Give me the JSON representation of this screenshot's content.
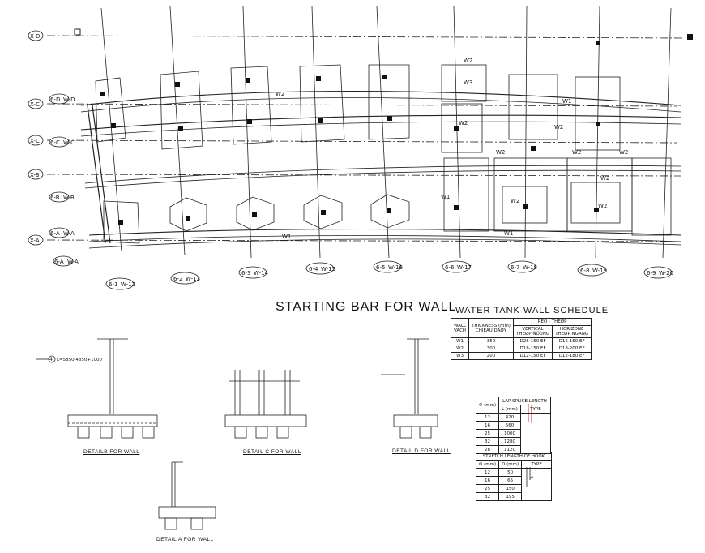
{
  "plan": {
    "grid_rows": [
      "X-D",
      "X-C",
      "X-B",
      "X-A"
    ],
    "left_labels": [
      "6-D",
      "6-C",
      "6-B",
      "6-A",
      "6-A"
    ],
    "left_w_labels": [
      "W-D",
      "W-C",
      "W-B",
      "W-A",
      "W-A"
    ],
    "bottom_labels": [
      {
        "a": "6-1",
        "b": "W-12"
      },
      {
        "a": "6-2",
        "b": "W-13"
      },
      {
        "a": "6-3",
        "b": "W-14"
      },
      {
        "a": "6-4",
        "b": "W-15"
      },
      {
        "a": "6-5",
        "b": "W-16"
      },
      {
        "a": "6-6",
        "b": "W-17"
      },
      {
        "a": "6-7",
        "b": "W-18"
      },
      {
        "a": "6-8",
        "b": "W-19"
      },
      {
        "a": "6-9",
        "b": "W-20"
      }
    ],
    "wall_tags": [
      "W1",
      "W2",
      "W3"
    ]
  },
  "titles": {
    "main": "STARTING BAR FOR WALL",
    "schedule": "WATER TANK WALL SCHEDULE"
  },
  "schedule": {
    "headers": {
      "wall": "WALL",
      "vach": "VACH",
      "thick": "THICKNESS (mm)",
      "chieu": "CHIEAU DAØY",
      "reo": "REO - THEØP",
      "vert": "VERTICAL",
      "vert2": "THEØP ÑÖÙNG",
      "hor": "HORIZONE",
      "hor2": "THEØP NGANG",
      "mm": "mm"
    },
    "rows": [
      {
        "wall": "W1",
        "thick": "350",
        "vert": "D26-150 EF",
        "hor": "D16-150 EF"
      },
      {
        "wall": "W2",
        "thick": "300",
        "vert": "D18-150 EF",
        "hor": "D18-200 EF"
      },
      {
        "wall": "W3",
        "thick": "200",
        "vert": "D12-150 EF",
        "hor": "D12-180 EF"
      }
    ]
  },
  "lap": {
    "title": "LAP SPLICE LENGTH",
    "col1": "Φ (mm)",
    "col2": "L (mm)",
    "col3": "TYPE",
    "rows": [
      [
        "12",
        "420"
      ],
      [
        "16",
        "560"
      ],
      [
        "25",
        "1000"
      ],
      [
        "32",
        "1280"
      ],
      [
        "28",
        "1120"
      ]
    ]
  },
  "hook": {
    "title": "STRETCH LENGTH OF HOOK",
    "col1": "Φ (mm)",
    "col2": "D (mm)",
    "col3": "TYPE",
    "rows": [
      [
        "12",
        "50"
      ],
      [
        "16",
        "65"
      ],
      [
        "25",
        "150"
      ],
      [
        "32",
        "195"
      ]
    ]
  },
  "details": {
    "b_caption": "DETAILB FOR WALL",
    "c_caption": "DETAIL C FOR WALL",
    "d_caption": "DETAIL D FOR WALL",
    "a_caption": "DETAIL A FOR WALL",
    "b_note": "L=5850,4850+1000",
    "b_marker": "4"
  }
}
